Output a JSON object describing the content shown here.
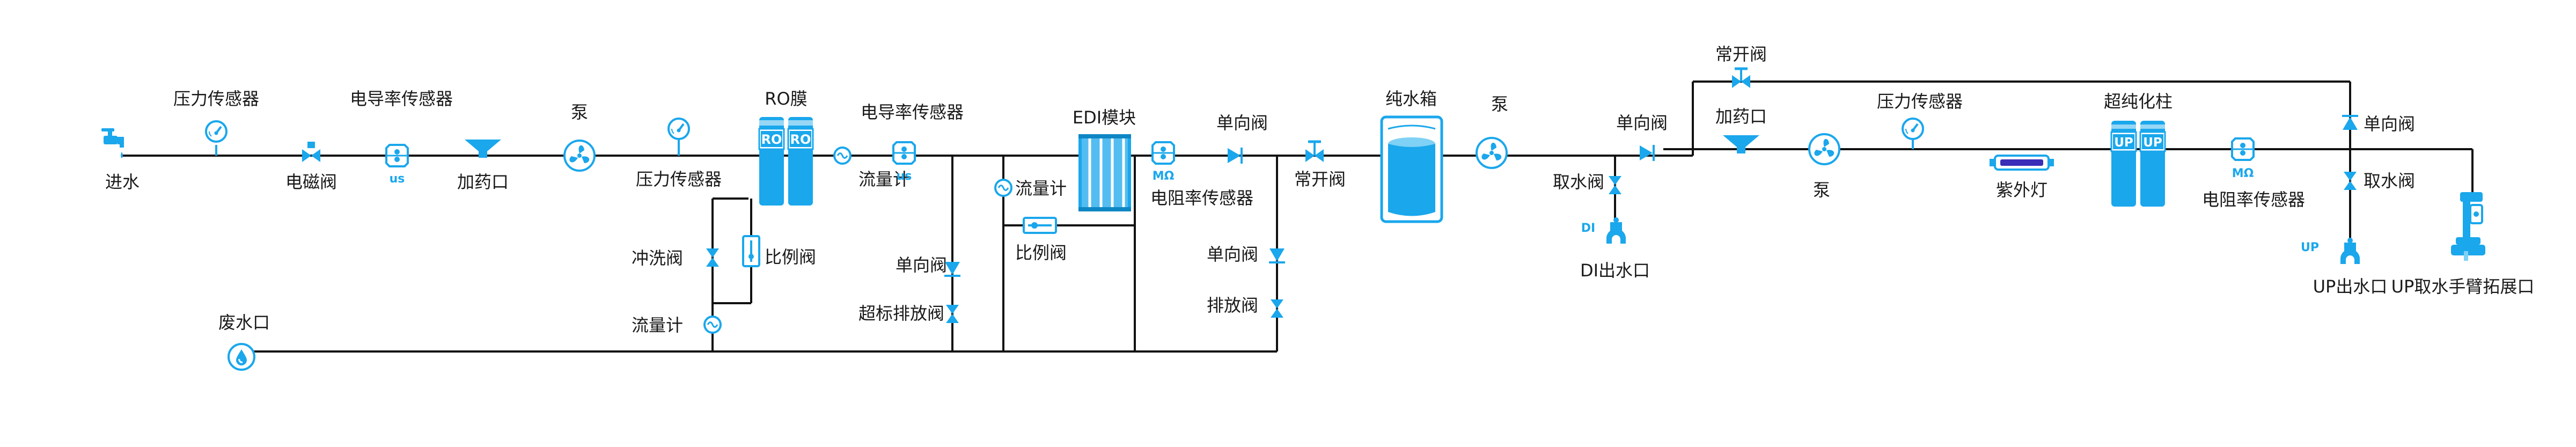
{
  "colors": {
    "accent": "#1aa7ec",
    "pipe": "#111111",
    "uv_lamp": "#3a2db8",
    "text": "#1a1a1a"
  },
  "labels": {
    "inlet": "进水",
    "pressure_sensor_1": "压力传感器",
    "solenoid_valve": "电磁阀",
    "conductivity_sensor_1": "电导率传感器",
    "conductivity_unit_1": "us",
    "dosing_port_1": "加药口",
    "pump_1": "泵",
    "pressure_sensor_2": "压力传感器",
    "ro_membrane": "RO膜",
    "ro_text": "RO",
    "flow_meter_1": "流量计",
    "conductivity_sensor_2": "电导率传感器",
    "conductivity_unit_2": "us",
    "flush_valve": "冲洗阀",
    "proportional_valve_1": "比例阀",
    "flow_meter_2": "流量计",
    "waste_outlet": "废水口",
    "check_valve_1": "单向阀",
    "over_limit_drain_valve": "超标排放阀",
    "edi_module": "EDI模块",
    "flow_meter_3": "流量计",
    "proportional_valve_2": "比例阀",
    "resistivity_unit_1": "MΩ",
    "resistivity_sensor_1": "电阻率传感器",
    "check_valve_2": "单向阀",
    "normally_open_valve_1": "常开阀",
    "check_valve_3": "单向阀",
    "drain_valve": "排放阀",
    "pure_water_tank": "纯水箱",
    "pump_2": "泵",
    "check_valve_4": "单向阀",
    "dispense_valve_1": "取水阀",
    "di_tag": "DI",
    "di_outlet": "DI出水口",
    "normally_open_valve_2": "常开阀",
    "dosing_port_2": "加药口",
    "pump_3": "泵",
    "pressure_sensor_3": "压力传感器",
    "uv_lamp": "紫外灯",
    "ultrapure_column": "超纯化柱",
    "up_text": "UP",
    "resistivity_unit_2": "MΩ",
    "resistivity_sensor_2": "电阻率传感器",
    "check_valve_5": "单向阀",
    "dispense_valve_2": "取水阀",
    "up_tag": "UP",
    "up_outlet": "UP出水口",
    "up_arm_port": "UP取水手臂拓展口"
  }
}
